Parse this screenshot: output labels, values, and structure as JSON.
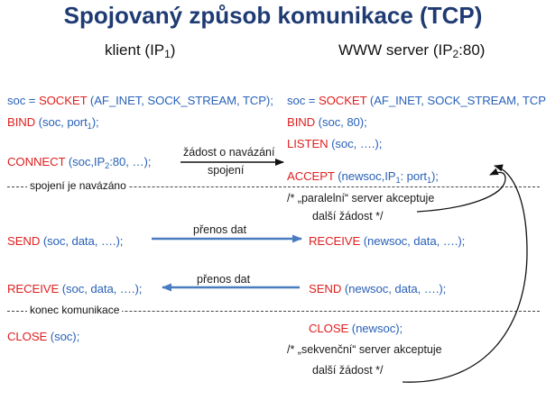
{
  "title": "Spojovaný způsob komunikace (TCP)",
  "client_header": {
    "text": "klient (IP",
    "sub": "1",
    "close": ")"
  },
  "server_header": {
    "text": "WWW server (IP",
    "sub": "2",
    "tail": ":80)"
  },
  "client": {
    "socket": {
      "var": "soc = ",
      "fn": "SOCKET",
      "args": " (AF_INET, SOCK_STREAM, TCP);"
    },
    "bind": {
      "fn": "BIND",
      "args": " (soc, port",
      "sub": "1",
      "close": ");"
    },
    "connect": {
      "fn": "CONNECT",
      "args": " (soc,IP",
      "sub": "2",
      "tail": ":80, …);"
    },
    "send": {
      "fn": "SEND",
      "args": " (soc, data, ….);"
    },
    "receive": {
      "fn": "RECEIVE",
      "args": " (soc, data, ….);"
    },
    "close": {
      "fn": "CLOSE",
      "args": " (soc);"
    }
  },
  "server": {
    "socket": {
      "var": "soc = ",
      "fn": "SOCKET",
      "args": " (AF_INET, SOCK_STREAM, TCP)"
    },
    "bind": {
      "fn": "BIND",
      "args": " (soc, 80);"
    },
    "listen": {
      "fn": "LISTEN",
      "args": " (soc, ….);"
    },
    "accept": {
      "fn": "ACCEPT",
      "args": " (newsoc,IP",
      "sub": "1",
      "mid": ": port",
      "sub2": "1",
      "close": ");"
    },
    "receive": {
      "fn": "RECEIVE",
      "args": " (newsoc, data, ….);"
    },
    "send": {
      "fn": "SEND",
      "args": " (newsoc, data, ….);"
    },
    "close": {
      "fn": "CLOSE",
      "args": " (newsoc);"
    }
  },
  "arrows": {
    "request_line1": "žádost o navázání",
    "request_line2": "spojení",
    "transfer_right": "přenos dat",
    "transfer_left": "přenos dat"
  },
  "separators": {
    "established": "spojení je navázáno",
    "end": "konec komunikace"
  },
  "comments": {
    "parallel_line1": "/*  „paralelní“ server akceptuje",
    "parallel_line2": "další žádost */",
    "sequential_line1": "/*  „sekvenční“ server akceptuje",
    "sequential_line2": "další žádost */"
  },
  "colors": {
    "title": "#1f3b73",
    "function": "#e02020",
    "code": "#2a62b8",
    "arrow_blue": "#4a7cc0",
    "separator": "#444444"
  }
}
